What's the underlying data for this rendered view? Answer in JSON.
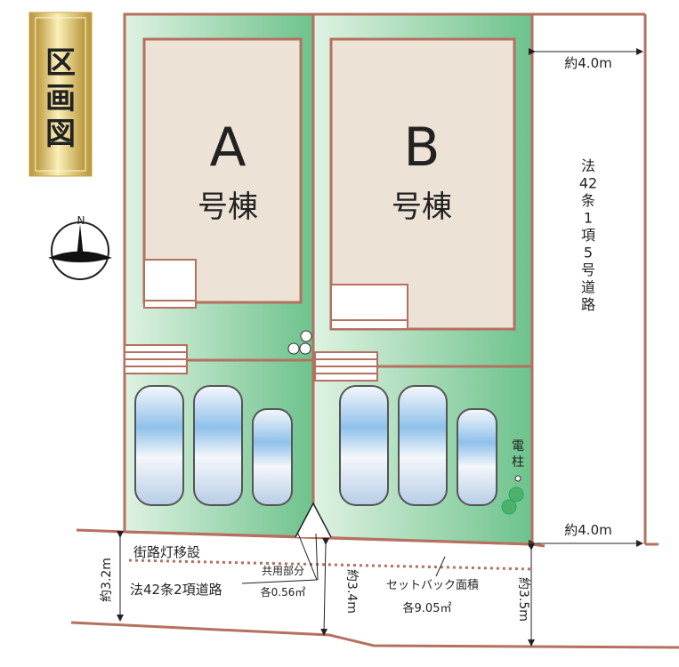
{
  "title": "区画図",
  "compass": {
    "north_label": "N"
  },
  "lots": [
    {
      "letter": "A",
      "suffix": "号棟"
    },
    {
      "letter": "B",
      "suffix": "号棟"
    }
  ],
  "east_road": {
    "width_top": "約4.0m",
    "width_bottom": "約4.0m",
    "label_chars": [
      "法",
      "42",
      "条",
      "1",
      "項",
      "5",
      "号",
      "道",
      "路"
    ]
  },
  "utility_pole": {
    "label_chars": [
      "電",
      "柱"
    ]
  },
  "south_road": {
    "streetlight": "街路灯移設",
    "road_label": "法42条2項道路",
    "shared_label": "共用部分",
    "shared_area": "各0.56㎡",
    "setback_label": "セットバック面積",
    "setback_area": "各9.05㎡",
    "width_left": "約3.2m",
    "width_mid": "約3.4m",
    "width_right": "約3.5m"
  },
  "colors": {
    "boundary": "#b5705f",
    "lot_green": "#6dc28c",
    "lot_light": "#d9f0dc",
    "house": "#ece2d6",
    "title_gold": "#c9a94a"
  }
}
